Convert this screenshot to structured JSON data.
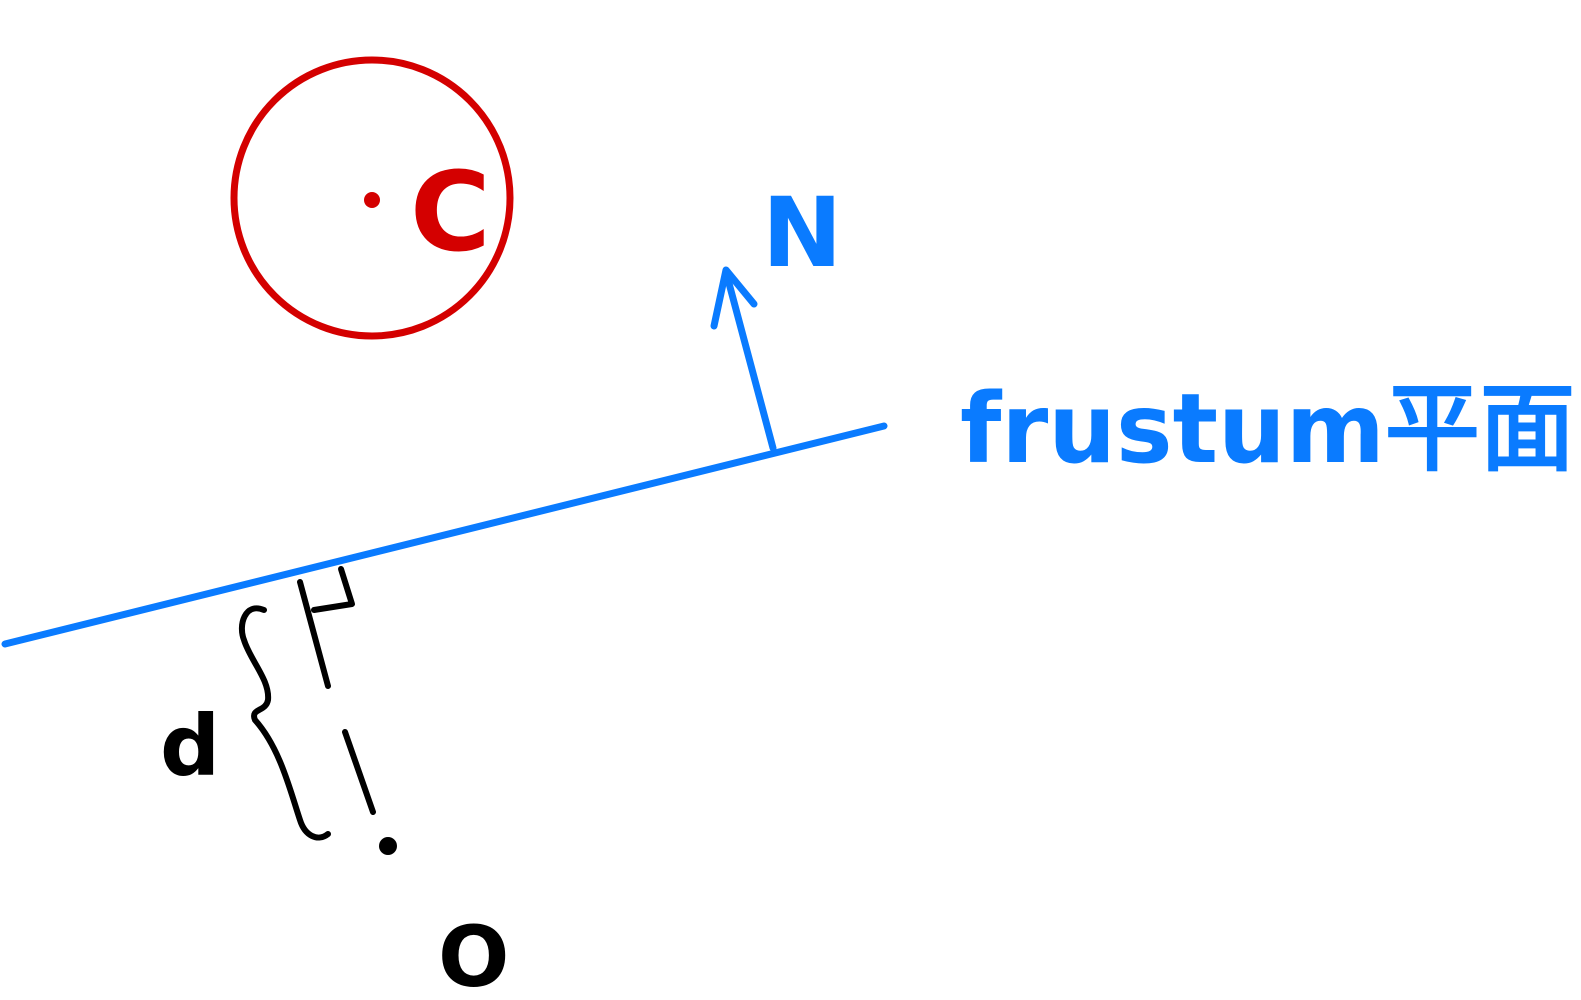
{
  "diagram": {
    "sphere_center_label": "C",
    "normal_label": "N",
    "plane_label": "frustum平面",
    "distance_label": "d",
    "origin_label": "O",
    "colors": {
      "sphere": "#d40000",
      "plane": "#0a7bff",
      "annotation": "#000000",
      "background": "#ffffff"
    }
  }
}
